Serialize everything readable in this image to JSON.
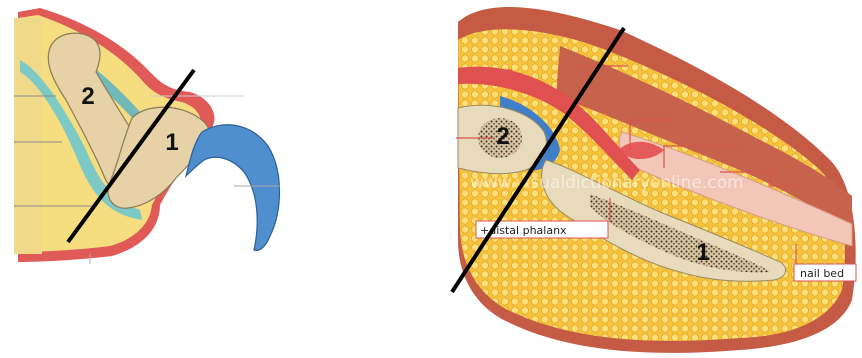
{
  "claw_panel": {
    "labels": {
      "bone_2": "2",
      "bone_1": "1"
    }
  },
  "finger_panel": {
    "labels": {
      "bone_2": "2",
      "bone_1": "1"
    },
    "captions": {
      "distal_phalanx": "+distal phalanx",
      "nail_bed": "nail bed"
    },
    "watermark": "www.visualdictionaryonline.com"
  },
  "colors": {
    "skin_outline": "#e05a57",
    "fat_yellow": "#f5dd80",
    "bone": "#e6d2a6",
    "cartilage_teal": "#7cc9c6",
    "claw_blue": "#4f8fcf",
    "fat_tissue": "#f6c33d",
    "skin_brown": "#c55a45",
    "nail_pink": "#f2c7b8",
    "marrow_dark": "#3b3025",
    "cut_line": "#000000"
  }
}
